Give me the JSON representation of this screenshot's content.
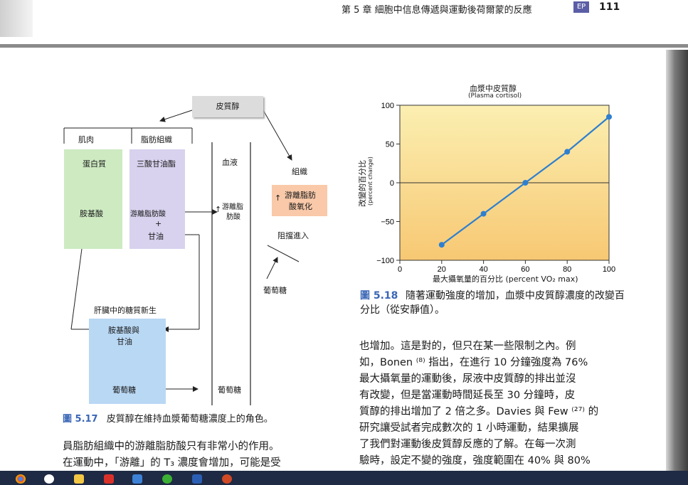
{
  "header": {
    "text": "第 5 章  細胞中信息傳遞與運動後荷爾蒙的反應",
    "badge": "EP",
    "page_number": "111"
  },
  "figure_517": {
    "cortisol_box": "皮質醇",
    "muscle_label": "肌肉",
    "adipose_label": "脂肪組織",
    "protein": "蛋白質",
    "amino_acid": "胺基酸",
    "triglyceride": "三酸甘油酯",
    "ffa": "游離脂肪酸",
    "plus": "+",
    "glycerol": "甘油",
    "blood": "血液",
    "ffa_blood_arrow": "↑",
    "ffa_blood": [
      "游離脂",
      "肪酸"
    ],
    "tissue": "組織",
    "ffa_oxidation": [
      "游離脂肪",
      "酸氧化"
    ],
    "oxidation_arrow": "↑",
    "block_entry": "阻擋進入",
    "glucose_label": "葡萄糖",
    "liver_label": "肝臟中的糖質新生",
    "aa_glycerol": [
      "胺基酸與",
      "甘油"
    ],
    "liver_glucose": "葡萄糖",
    "blood_glucose": "葡萄糖",
    "caption_number": "圖 5.17",
    "caption_text": "皮質醇在維持血漿葡萄糖濃度上的角色。"
  },
  "chart_data": {
    "type": "line",
    "title": "血漿中皮質醇",
    "subtitle": "(Plasma cortisol)",
    "xlabel": "最大攝氧量的百分比 (percent VO₂ max)",
    "ylabel": "改變的百分比",
    "ylabel_en": "(percent change)",
    "xlim": [
      0,
      100
    ],
    "ylim": [
      -100,
      100
    ],
    "xticks": [
      0,
      20,
      40,
      60,
      80,
      100
    ],
    "yticks": [
      -100,
      -50,
      0,
      50,
      100
    ],
    "x": [
      20,
      40,
      60,
      80,
      100
    ],
    "y": [
      -80,
      -40,
      0,
      40,
      85
    ],
    "colors": {
      "line": "#2e7fcf",
      "point": "#2e7fcf",
      "bg_top": "#fbefb1",
      "bg_bottom": "#f7c873"
    }
  },
  "caption_518": {
    "number": "圖 5.18",
    "text": "隨著運動強度的增加，血漿中皮質醇濃度的改變百分比（從安靜值）。"
  },
  "left_text": [
    "員脂肪組織中的游離脂肪酸只有非常小的作用。",
    "在運動中，「游離」的 T₃ 濃度會增加，可能是受"
  ],
  "right_text": [
    "也增加。這是對的，但只在某一些限制之內。例",
    "如，Bonen ⁽⁸⁾ 指出，在進行 10 分鐘強度為 76%",
    "最大攝氧量的運動後，尿液中皮質醇的排出並沒",
    "有改變，但是當運動時間延長至 30 分鐘時，皮",
    "質醇的排出增加了 2 倍之多。Davies 與 Few ⁽²⁷⁾ 的",
    "研究讓受試者完成數次的 1 小時運動，結果擴展",
    "了我們對運動後皮質醇反應的了解。在每一次測",
    "驗時，設定不變的強度，強度範圍在 40% 與 80%"
  ]
}
